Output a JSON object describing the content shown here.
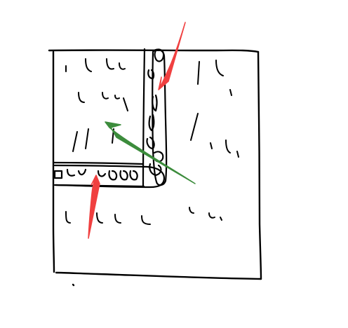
{
  "canvas": {
    "background": "#ffffff"
  },
  "colors": {
    "ink": "#000000",
    "pointer_primary": "#f04040",
    "pointer_secondary": "#3c8c3c"
  },
  "diagram": {
    "kind": "hand-drawn wireframe sketch",
    "regions": [
      {
        "name": "outer-frame"
      },
      {
        "name": "top-left-panel"
      },
      {
        "name": "right-panel"
      },
      {
        "name": "vertical-scrollbar"
      },
      {
        "name": "horizontal-scrollbar"
      },
      {
        "name": "bottom-panel"
      }
    ],
    "arrows": [
      {
        "name": "arrow-to-vertical-scrollbar",
        "color": "pointer_primary"
      },
      {
        "name": "arrow-to-horizontal-scrollbar",
        "color": "pointer_primary"
      },
      {
        "name": "arrow-to-main-panel",
        "color": "pointer_secondary"
      }
    ]
  }
}
